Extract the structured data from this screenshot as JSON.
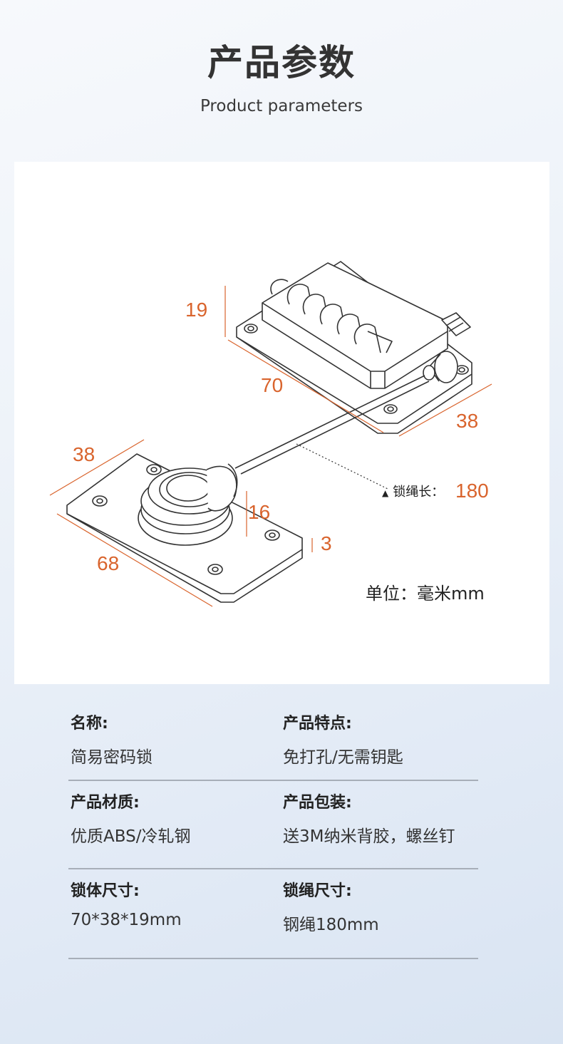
{
  "header": {
    "title": "产品参数",
    "subtitle": "Product parameters"
  },
  "diagram": {
    "dims": {
      "lock_height": "19",
      "lock_length": "70",
      "lock_width": "38",
      "plate_width": "38",
      "plate_length": "68",
      "cup_height": "16",
      "plate_thickness": "3"
    },
    "rope_label": "锁绳长：",
    "rope_value": "180",
    "unit_label": "单位：毫米mm"
  },
  "specs": [
    {
      "left_label": "名称:",
      "left_value": "简易密码锁",
      "right_label": "产品特点:",
      "right_value": "免打孔/无需钥匙"
    },
    {
      "left_label": "产品材质:",
      "left_value": "优质ABS/冷轧钢",
      "right_label": "产品包装:",
      "right_value": "送3M纳米背胶，螺丝钉"
    },
    {
      "left_label": "锁体尺寸:",
      "left_value": "70*38*19mm",
      "right_label": "锁绳尺寸:",
      "right_value": "钢绳180mm"
    }
  ]
}
